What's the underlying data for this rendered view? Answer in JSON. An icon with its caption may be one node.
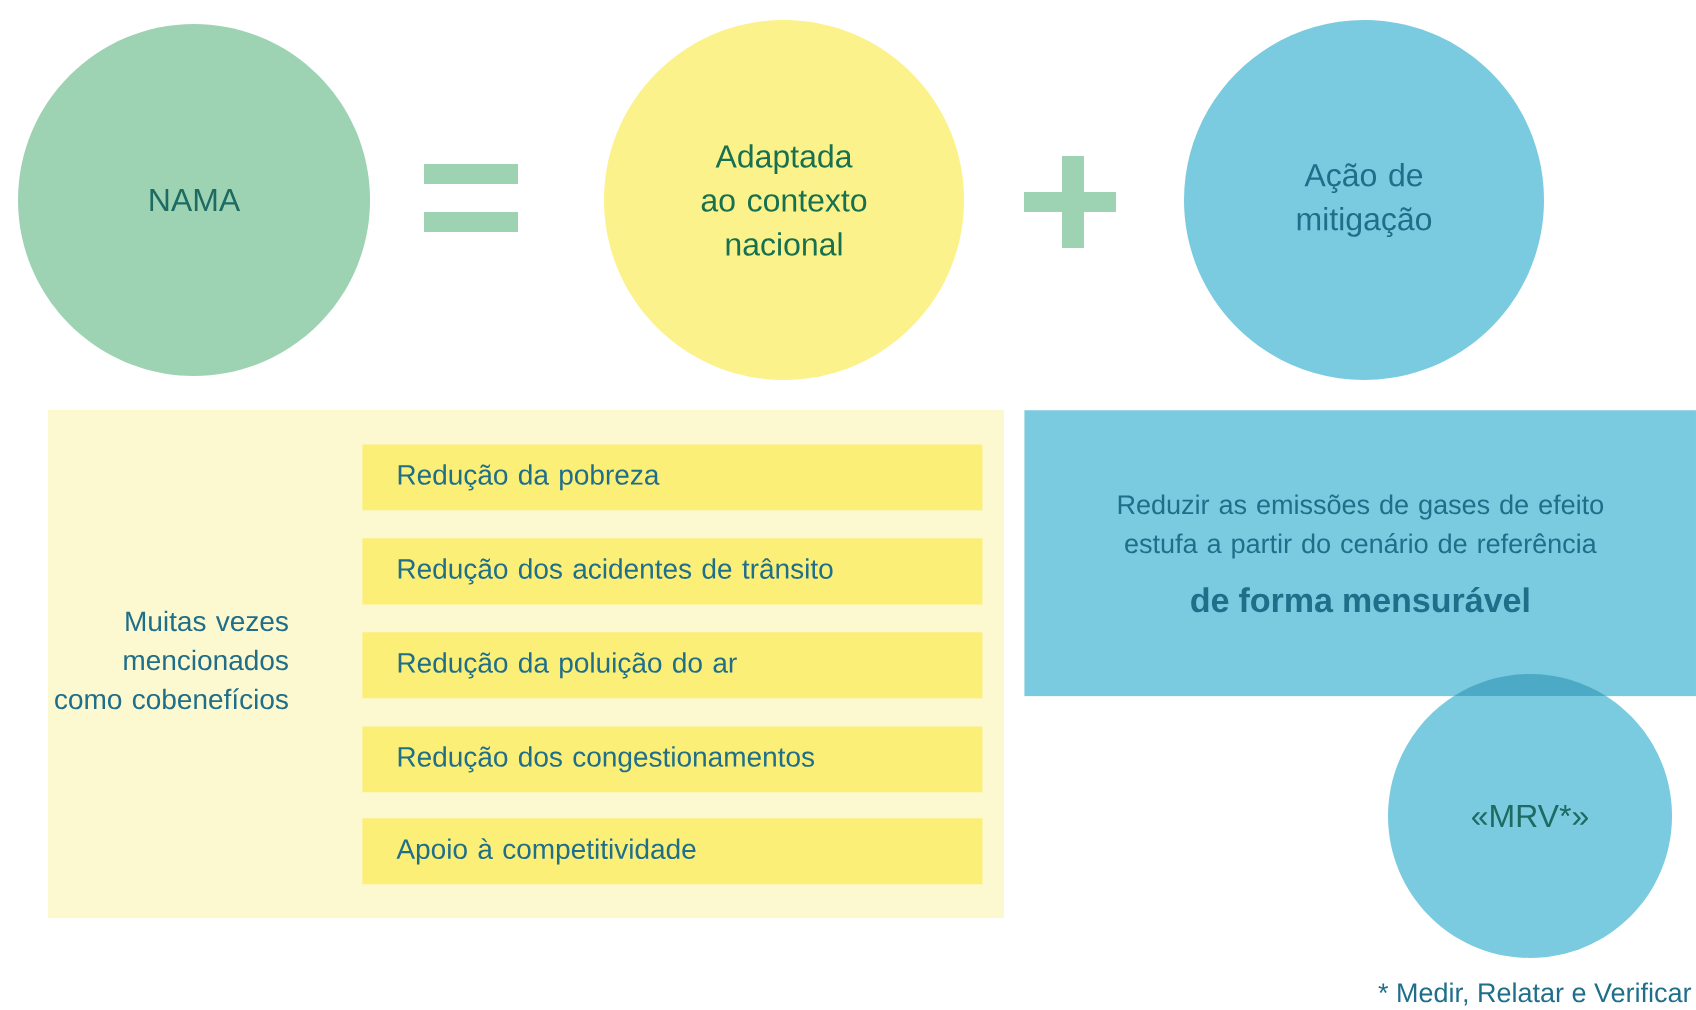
{
  "diagram": {
    "nodes": [
      {
        "text": [
          "NAMA"
        ]
      },
      {
        "text": [
          "Adaptada ao contexto nacional"
        ]
      },
      {
        "text": [
          "Ação de mitigação"
        ]
      },
      {
        "text": [
          "Muitas vezes mencionados como cobenefícios"
        ]
      },
      {
        "text": [
          "Redução da pobreza"
        ],
        "in": 3
      },
      {
        "text": [
          "Redução dos acidentes de trânsito"
        ],
        "in": 3
      },
      {
        "text": [
          "Redução da poluição do ar"
        ],
        "in": 3
      },
      {
        "text": [
          "Redução dos congestionamentos"
        ],
        "in": 3
      },
      {
        "text": [
          "Apoio à competitividade"
        ],
        "in": 3
      },
      {
        "text": [
          "Reduzir as emissões de gases de efeito estufa a partir do cenário de referência",
          "de forma mensurável"
        ]
      },
      {
        "text": [
          "«MRV*»"
        ]
      }
    ],
    "labels": [
      "* Medir, Relatar e Verificar"
    ]
  }
}
